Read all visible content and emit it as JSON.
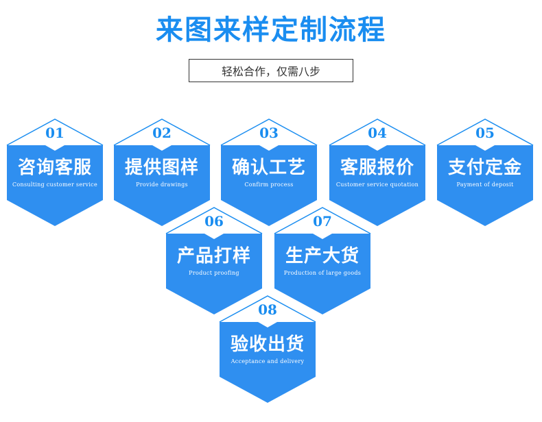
{
  "title": "来图来样定制流程",
  "subtitle": "轻松合作，仅需八步",
  "colors": {
    "accent": "#1a8df0",
    "hex_fill": "#2f8ff0",
    "outline": "#1a8df0",
    "subtitle_border": "#333333"
  },
  "steps": [
    {
      "num": "01",
      "cn": "咨询客服",
      "en": "Consulting customer service"
    },
    {
      "num": "02",
      "cn": "提供图样",
      "en": "Provide drawings"
    },
    {
      "num": "03",
      "cn": "确认工艺",
      "en": "Confirm process"
    },
    {
      "num": "04",
      "cn": "客服报价",
      "en": "Customer service quotation"
    },
    {
      "num": "05",
      "cn": "支付定金",
      "en": "Payment of deposit"
    },
    {
      "num": "06",
      "cn": "产品打样",
      "en": "Product proofing"
    },
    {
      "num": "07",
      "cn": "生产大货",
      "en": "Production of large goods"
    },
    {
      "num": "08",
      "cn": "验收出货",
      "en": "Acceptance and delivery"
    }
  ]
}
